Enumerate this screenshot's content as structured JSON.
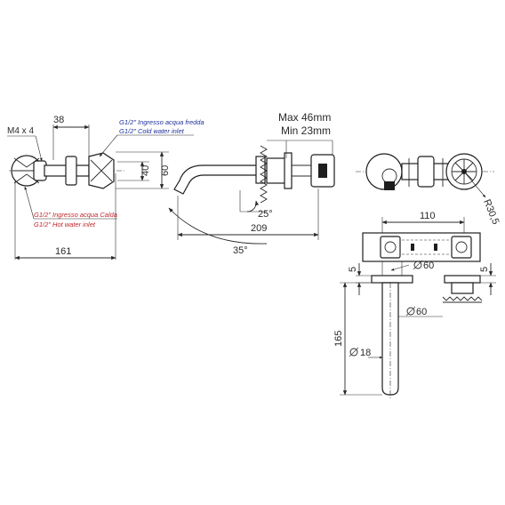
{
  "front_view": {
    "thread_label": "M4 x 4",
    "dim_top": "38",
    "dim_height_inner": "40",
    "dim_height_outer": "60",
    "dim_width": "161",
    "cold_inlet_it": "G1/2\" Ingresso acqua fredda",
    "cold_inlet_en": "G1/2\" Cold water inlet",
    "hot_inlet_it": "G1/2\" Ingresso acqua Calda",
    "hot_inlet_en": "G1/2\" Hot water inlet"
  },
  "side_view": {
    "max_depth": "Max 46mm",
    "min_depth": "Min 23mm",
    "angle_small": "25°",
    "spout_length": "209",
    "angle_large": "35°"
  },
  "top_view": {
    "radius": "R30,5"
  },
  "section_view": {
    "width": "110",
    "dim_small_left": "5",
    "dim_small_right": "5",
    "diameter_upper": "60",
    "diameter_lower": "60",
    "spout_height": "165",
    "spout_diameter": "18"
  },
  "colors": {
    "line": "#2a2a2a",
    "note_cold": "#1f2f9a",
    "note_hot": "#c0262b"
  }
}
